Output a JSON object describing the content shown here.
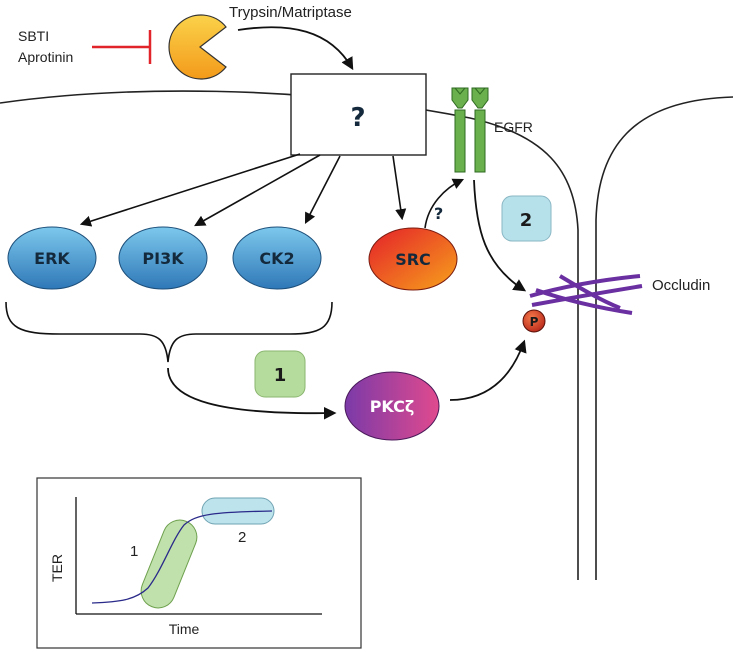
{
  "labels": {
    "enzyme": "Trypsin/Matriptase",
    "inhibitor1": "SBTI",
    "inhibitor2": "Aprotinin",
    "unknown": "?",
    "egfr": "EGFR",
    "occludin": "Occludin",
    "src_question": "?",
    "phospho": "P"
  },
  "nodes": {
    "erk": "ERK",
    "pi3k": "PI3K",
    "ck2": "CK2",
    "src": "SRC",
    "pkcz": "PKCζ"
  },
  "phase_boxes": {
    "one": "1",
    "two": "2"
  },
  "inset": {
    "ylabel": "TER",
    "xlabel": "Time",
    "phase1": "1",
    "phase2": "2"
  },
  "colors": {
    "blue_node": "#4a9fd4",
    "src_node": "#f0401c",
    "pkc_node": "#a23fa5",
    "egfr": "#6ab04c",
    "occludin": "#6a2fa0",
    "inhibitor": "#e0242a",
    "pacman": "#f7b928",
    "phase1_box": "#b5dc9c",
    "phase2_box": "#b6e0ea"
  }
}
